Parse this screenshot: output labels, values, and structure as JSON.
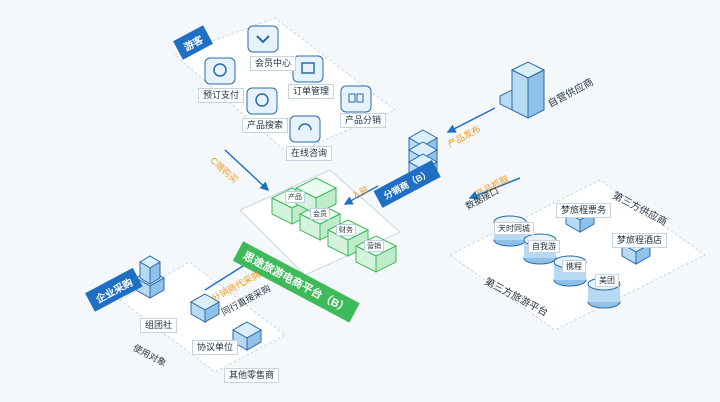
{
  "guest": {
    "tag": "游客",
    "modules": [
      "会员中心",
      "预订支付",
      "订单管理",
      "产品搜索",
      "产品分销",
      "在线咨询"
    ]
  },
  "supplier": {
    "name": "自营供应商",
    "send_label": "产品发布"
  },
  "distributor": {
    "tag": "分销商（B）",
    "entry_label": "入驻",
    "capture_label": "产品抓取",
    "api_label": "数据接口"
  },
  "core": {
    "tag": "思途旅游电商平台（B）",
    "boxes": [
      "产品",
      "会员",
      "财务",
      "营销"
    ]
  },
  "c_end": {
    "label": "C端购买"
  },
  "third_party": {
    "title": "第三方旅游平台",
    "supplier_title": "第三方供应商",
    "platforms": [
      "天时同城",
      "自我游",
      "携程",
      "美团"
    ],
    "suppliers": [
      "梦旅程票务",
      "梦旅程酒店"
    ]
  },
  "enterprise": {
    "tag": "企业采购",
    "flow1": "分销商代采购",
    "flow2": "同行直接采购",
    "caption": "使用对象",
    "clients": [
      "组团社",
      "协议单位",
      "其他零售商"
    ]
  },
  "colors": {
    "blue": "#1f6fc4",
    "green": "#3fba5a",
    "orange": "#f29a1e"
  }
}
